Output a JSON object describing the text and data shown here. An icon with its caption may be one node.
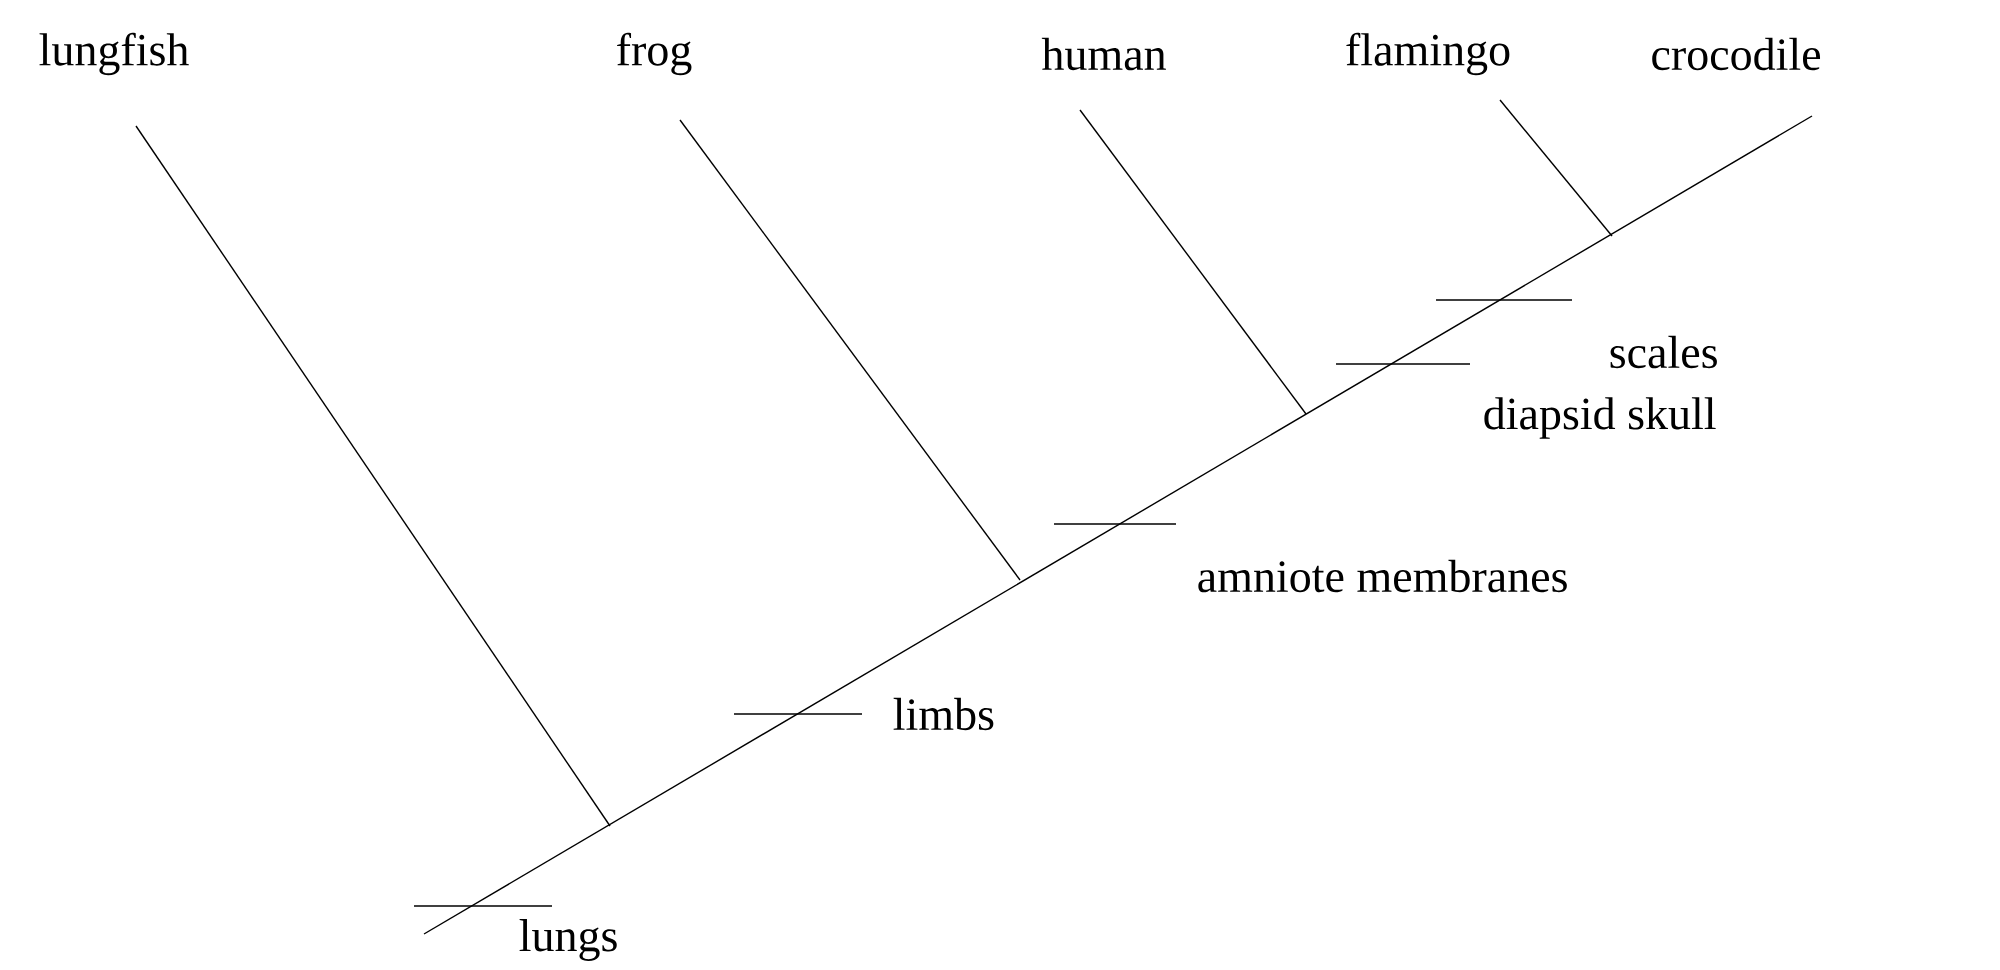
{
  "diagram": {
    "nodes": [
      {
        "text": [
          "lungfish"
        ]
      },
      {
        "text": [
          "frog"
        ]
      },
      {
        "text": [
          "human"
        ]
      },
      {
        "text": [
          "flamingo"
        ]
      },
      {
        "text": [
          "crocodile"
        ]
      }
    ],
    "edges": [
      {
        "from": 0,
        "to": null,
        "arrow": "none"
      },
      {
        "from": 1,
        "to": null,
        "arrow": "none"
      },
      {
        "from": 2,
        "to": null,
        "arrow": "none"
      },
      {
        "from": 3,
        "to": null,
        "arrow": "none"
      },
      {
        "from": null,
        "to": 4,
        "arrow": "none"
      }
    ],
    "labels": [
      "scales",
      "diapsid skull",
      "amniote membranes",
      "limbs",
      "lungs"
    ]
  }
}
